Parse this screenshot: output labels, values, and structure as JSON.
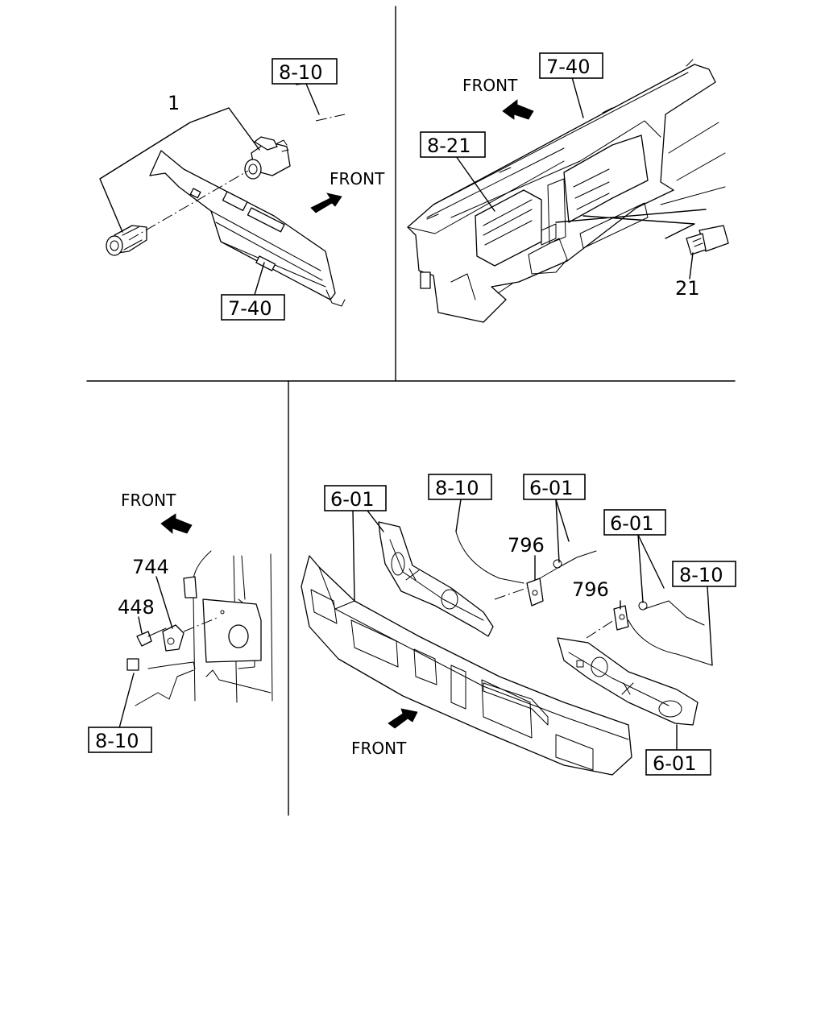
{
  "panels": {
    "top_left": {
      "callouts": [
        "1",
        "8-10",
        "7-40"
      ],
      "direction_label": "FRONT"
    },
    "top_right": {
      "callouts": [
        "7-40",
        "8-21",
        "21"
      ],
      "direction_label": "FRONT"
    },
    "bottom_left": {
      "callouts": [
        "744",
        "448",
        "8-10"
      ],
      "direction_label": "FRONT"
    },
    "bottom_right": {
      "callouts": [
        "6-01",
        "8-10",
        "6-01",
        "796",
        "6-01",
        "796",
        "8-10",
        "6-01"
      ],
      "direction_label": "FRONT"
    }
  }
}
